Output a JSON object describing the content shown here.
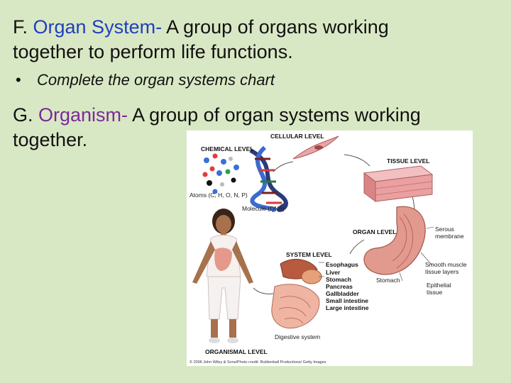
{
  "slide": {
    "line_f": {
      "prefix": "F. ",
      "term": "Organ System",
      "dash": "- ",
      "rest1": "A group of organs working",
      "rest2": "together to perform life functions."
    },
    "bullet": {
      "symbol": "•",
      "text": "Complete the organ systems chart"
    },
    "line_g": {
      "prefix": "G. ",
      "term": "Organism",
      "dash": "- ",
      "rest1": "A group of organ systems working",
      "rest2": "together."
    },
    "colors": {
      "background": "#d9e8c4",
      "term_blue": "#1f3fc0",
      "term_purple": "#7a2a9a"
    }
  },
  "figure": {
    "levels": {
      "chemical": "CHEMICAL LEVEL",
      "cellular": "CELLULAR LEVEL",
      "tissue": "TISSUE LEVEL",
      "organ": "ORGAN LEVEL",
      "system": "SYSTEM LEVEL",
      "organismal": "ORGANISMAL LEVEL"
    },
    "labels": {
      "atoms": "Atoms (C, H, O, N, P)",
      "molecule": "Molecule (DNA)",
      "serous": "Serous",
      "membrane": "membrane",
      "smooth1": "Smooth muscle",
      "smooth2": "tissue layers",
      "stomach_organ": "Stomach",
      "epithelial1": "Epithelial",
      "epithelial2": "tissue",
      "digestive": "Digestive system"
    },
    "system_parts": [
      "Esophagus",
      "Liver",
      "Stomach",
      "Pancreas",
      "Gallbladder",
      "Small intestine",
      "Large intestine"
    ],
    "credit": "© 2006 John Wiley & Sons/Photo credit: Rubberball Productions/ Getty Images"
  }
}
